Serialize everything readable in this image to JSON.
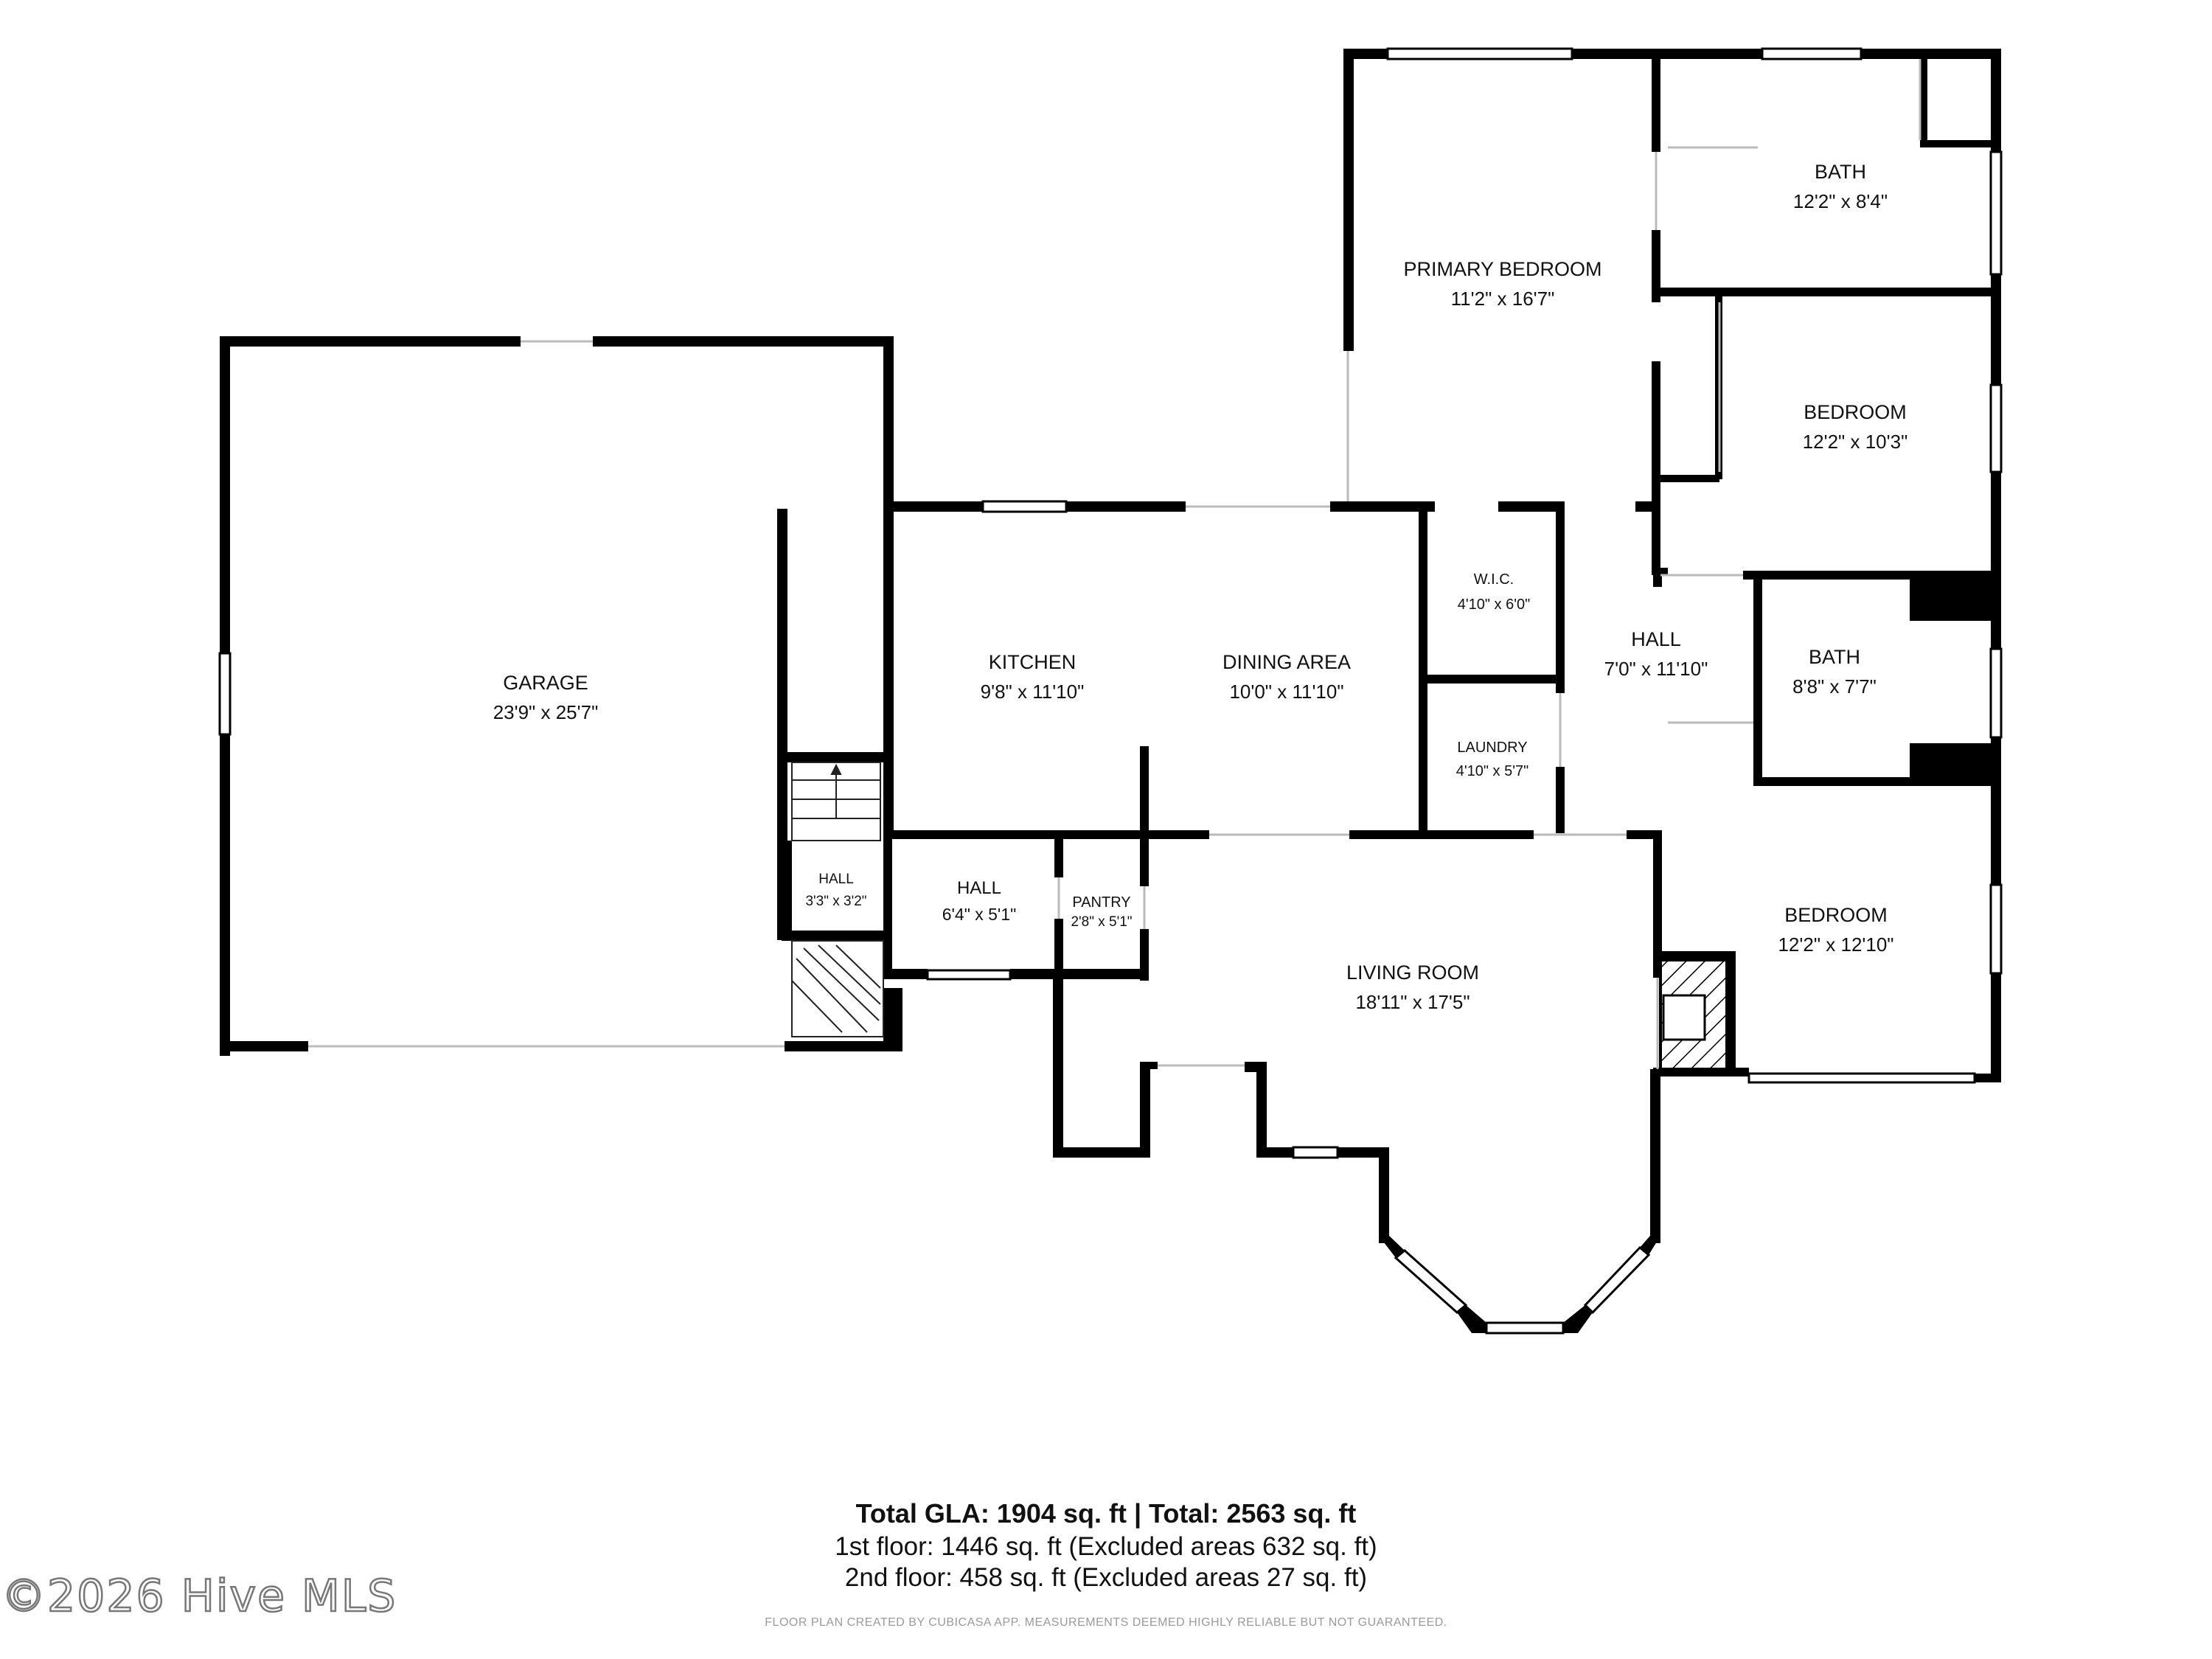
{
  "rooms": [
    {
      "id": "garage",
      "name": "GARAGE",
      "dims": "23'9\" x 25'7\""
    },
    {
      "id": "kitchen",
      "name": "KITCHEN",
      "dims": "9'8\" x 11'10\""
    },
    {
      "id": "dining",
      "name": "DINING AREA",
      "dims": "10'0\" x 11'10\""
    },
    {
      "id": "primary-bedroom",
      "name": "PRIMARY BEDROOM",
      "dims": "11'2\" x 16'7\""
    },
    {
      "id": "bath-1",
      "name": "BATH",
      "dims": "12'2\" x 8'4\""
    },
    {
      "id": "bedroom-1",
      "name": "BEDROOM",
      "dims": "12'2\" x 10'3\""
    },
    {
      "id": "wic",
      "name": "W.I.C.",
      "dims": "4'10\" x 6'0\""
    },
    {
      "id": "hall-main",
      "name": "HALL",
      "dims": "7'0\" x 11'10\""
    },
    {
      "id": "bath-2",
      "name": "BATH",
      "dims": "8'8\" x 7'7\""
    },
    {
      "id": "laundry",
      "name": "LAUNDRY",
      "dims": "4'10\" x 5'7\""
    },
    {
      "id": "hall-small",
      "name": "HALL",
      "dims": "3'3\" x 3'2\""
    },
    {
      "id": "hall-mid",
      "name": "HALL",
      "dims": "6'4\" x 5'1\""
    },
    {
      "id": "pantry",
      "name": "PANTRY",
      "dims": "2'8\" x 5'1\""
    },
    {
      "id": "bedroom-2",
      "name": "BEDROOM",
      "dims": "12'2\" x 12'10\""
    },
    {
      "id": "living",
      "name": "LIVING ROOM",
      "dims": "18'11\" x 17'5\""
    }
  ],
  "summary": {
    "totals": "Total GLA: 1904 sq. ft | Total: 2563 sq. ft",
    "floor1": "1st floor: 1446 sq. ft (Excluded areas 632 sq. ft)",
    "floor2": "2nd floor: 458 sq. ft (Excluded areas 27 sq. ft)"
  },
  "credit": "FLOOR PLAN CREATED BY CUBICASA APP. MEASUREMENTS DEEMED HIGHLY RELIABLE BUT NOT GUARANTEED.",
  "watermark": "©2026 Hive MLS",
  "colors": {
    "wall": "#000000",
    "window": "#ffffff",
    "background": "#ffffff"
  }
}
